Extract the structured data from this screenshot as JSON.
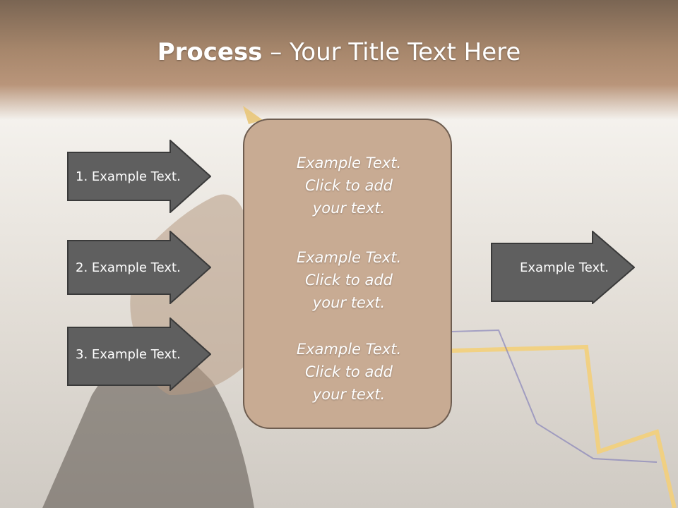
{
  "slide": {
    "title_bold": "Process",
    "title_rest": " – Your Title Text Here"
  },
  "steps": [
    {
      "label": "1. Example Text."
    },
    {
      "label": "2. Example Text."
    },
    {
      "label": "3. Example Text."
    }
  ],
  "center": {
    "paragraphs": [
      {
        "line1": "Example Text.",
        "line2": "Click  to add",
        "line3": "your text."
      },
      {
        "line1": "Example Text.",
        "line2": "Click  to add",
        "line3": "your text."
      },
      {
        "line1": "Example Text.",
        "line2": "Click  to add",
        "line3": "your text."
      }
    ]
  },
  "output": {
    "label": "Example Text."
  },
  "colors": {
    "header": "#a6866b",
    "arrow_fill": "#5f5f5f",
    "arrow_border": "#3a3a3a",
    "center_fill": "#c8ab93",
    "center_border": "#6e5d50",
    "line_gold": "#f3cf7a",
    "line_purple": "#7a76b8"
  }
}
